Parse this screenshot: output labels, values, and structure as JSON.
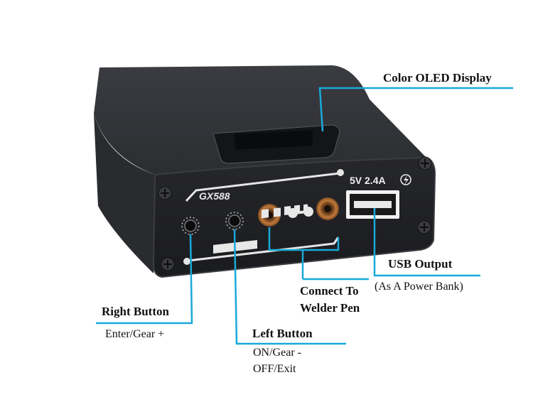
{
  "device": {
    "model": "GX588",
    "usb_spec": "5V  2.4A",
    "colors": {
      "body": "#2f3136",
      "face": "#1f2024",
      "callout_line": "#19a9d9",
      "connector": "#c27a3a"
    }
  },
  "callouts": {
    "oled": {
      "title": "Color OLED Display"
    },
    "usb": {
      "title": "USB Output",
      "subtitle": "(As A Power Bank)"
    },
    "welder": {
      "title_line1": "Connect To",
      "title_line2": "Welder Pen"
    },
    "right_button": {
      "title": "Right Button",
      "subtitle": "Enter/Gear +"
    },
    "left_button": {
      "title": "Left Button",
      "subtitle_line1": "ON/Gear -",
      "subtitle_line2": "OFF/Exit"
    }
  }
}
